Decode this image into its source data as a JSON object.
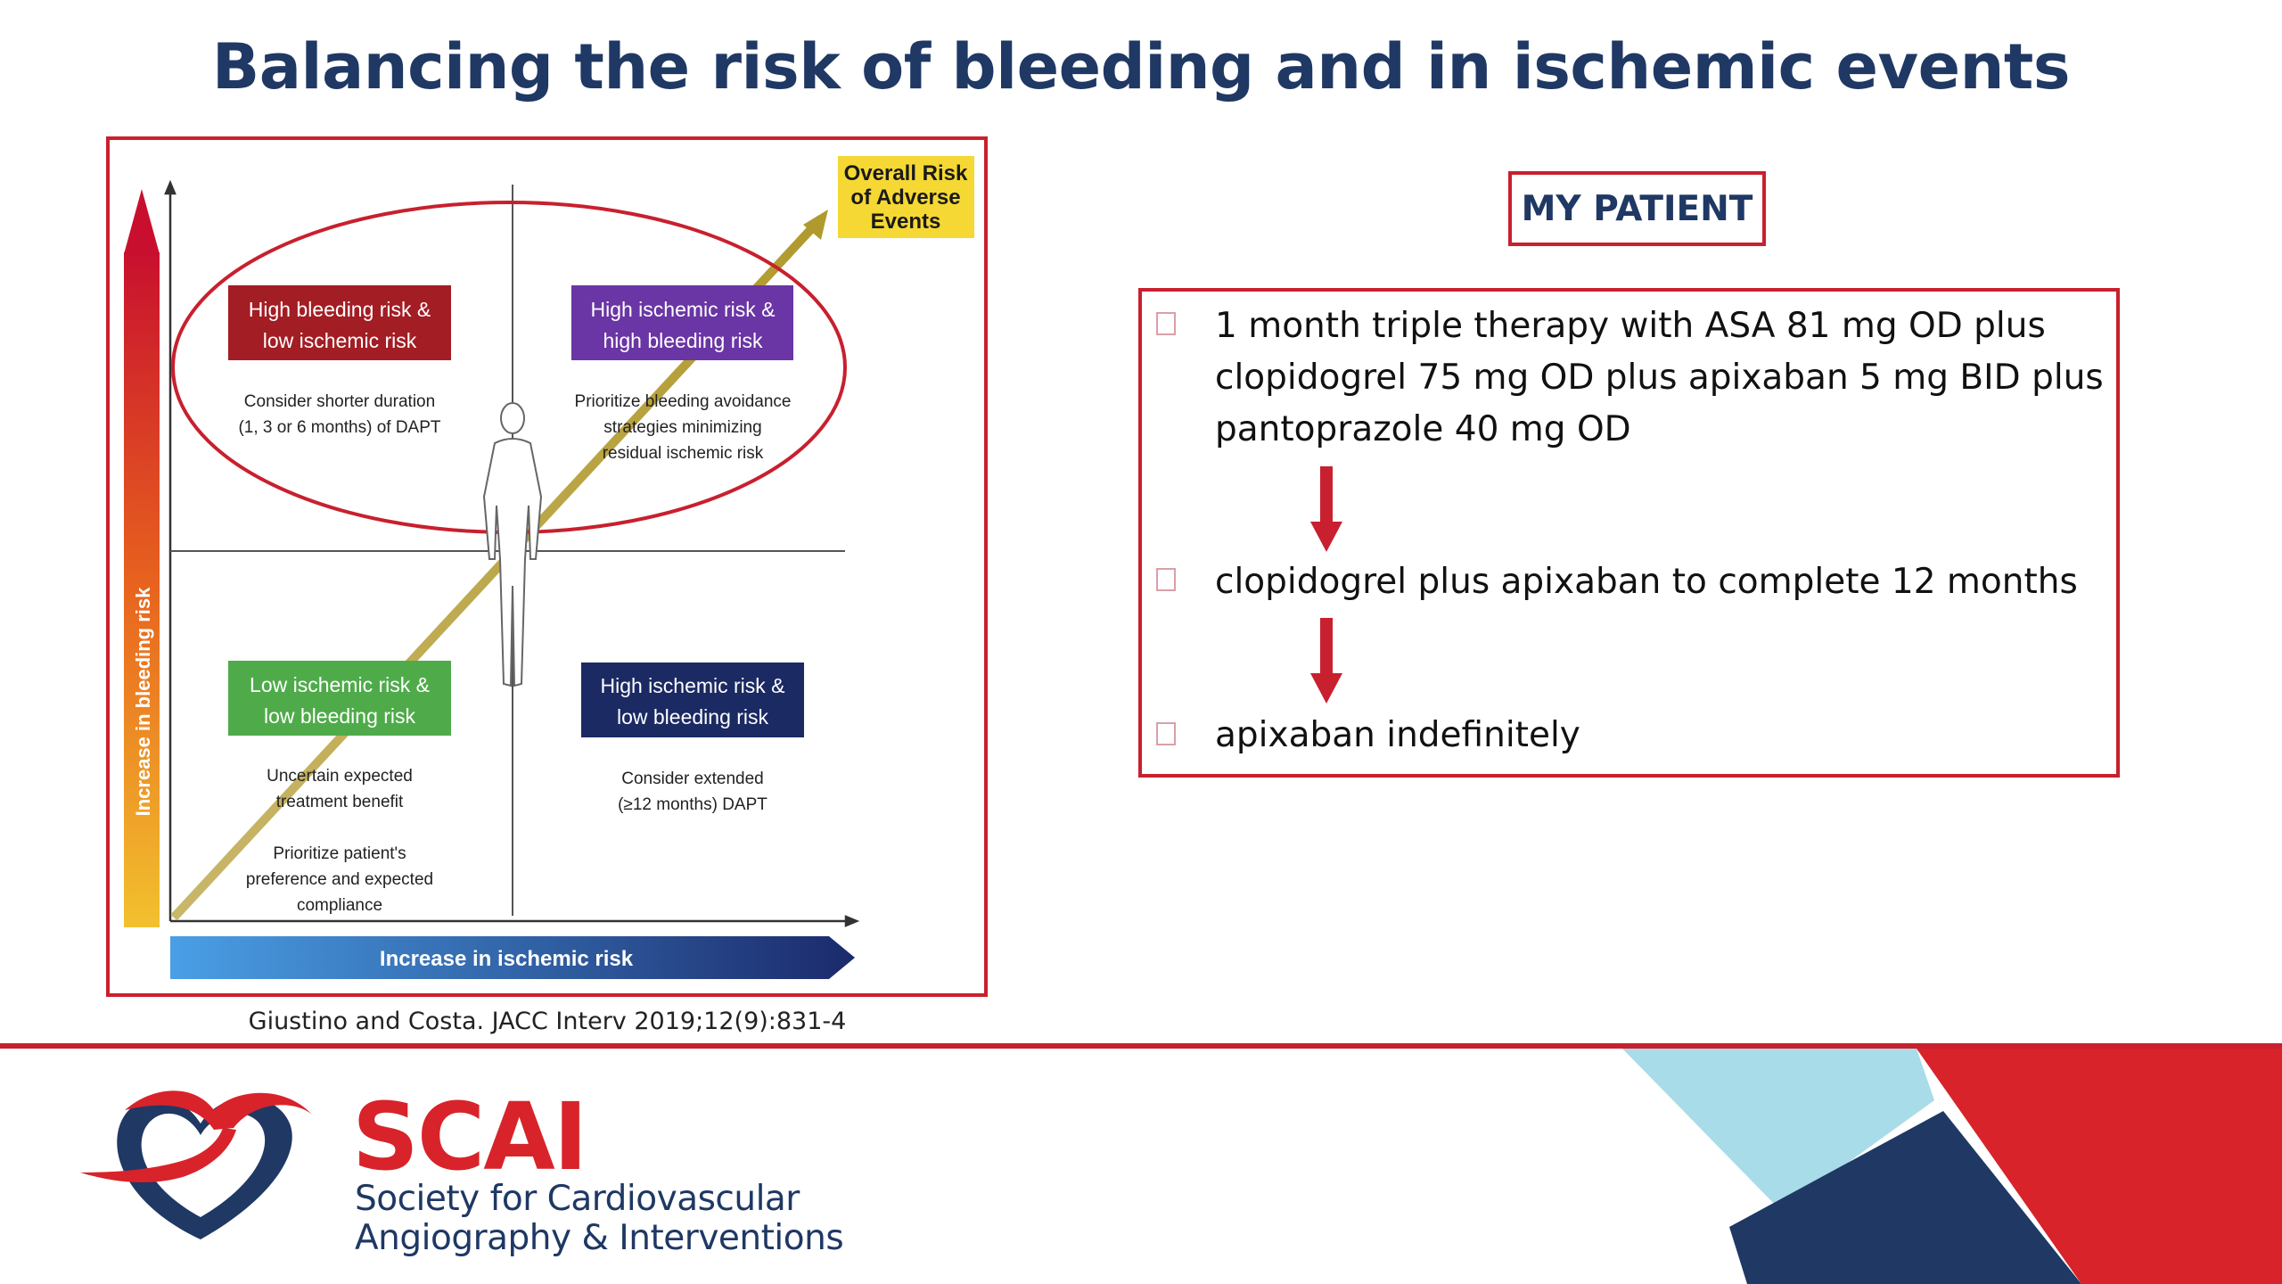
{
  "slide": {
    "title": "Balancing the risk of bleeding and in ischemic events",
    "citation": "Giustino and Costa. JACC Interv 2019;12(9):831-4"
  },
  "figure": {
    "overall_risk": [
      "Overall Risk",
      "of Adverse",
      "Events"
    ],
    "y_axis_label": "Increase in bleeding risk",
    "x_axis_label": "Increase in ischemic risk",
    "quadrants": {
      "top_left": {
        "label": [
          "High bleeding risk &",
          "low ischemic risk"
        ],
        "text": [
          "Consider shorter duration",
          "(1, 3 or 6 months) of DAPT"
        ],
        "color": "#a31d24"
      },
      "top_right": {
        "label": [
          "High ischemic risk &",
          "high bleeding risk"
        ],
        "text": [
          "Prioritize bleeding avoidance",
          "strategies minimizing",
          "residual ischemic risk"
        ],
        "color": "#6a35a4"
      },
      "bottom_left": {
        "label": [
          "Low ischemic risk &",
          "low bleeding risk"
        ],
        "text": [
          "Uncertain expected",
          "treatment benefit",
          "",
          "Prioritize patient's",
          "preference and expected",
          "compliance"
        ],
        "color": "#4fab4a"
      },
      "bottom_right": {
        "label": [
          "High ischemic risk &",
          "low bleeding risk"
        ],
        "text": [
          "Consider extended",
          "(≥12 months) DAPT"
        ],
        "color": "#1b2a63"
      }
    }
  },
  "patient": {
    "heading": "MY PATIENT",
    "steps": [
      [
        "1 month triple therapy with ASA 81 mg OD plus",
        "clopidogrel 75 mg OD plus apixaban 5 mg BID plus",
        "pantoprazole 40 mg OD"
      ],
      [
        "clopidogrel plus apixaban to complete 12 months"
      ],
      [
        "apixaban indefinitely"
      ]
    ]
  },
  "footer": {
    "logo_text": "SCAI",
    "org_line1": "Society for Cardiovascular",
    "org_line2": "Angiography & Interventions"
  },
  "colors": {
    "title_navy": "#1f3864",
    "accent_red": "#c8202e",
    "scai_red": "#d8232a",
    "light_blue": "#a8dce8",
    "navy": "#1f3864"
  }
}
